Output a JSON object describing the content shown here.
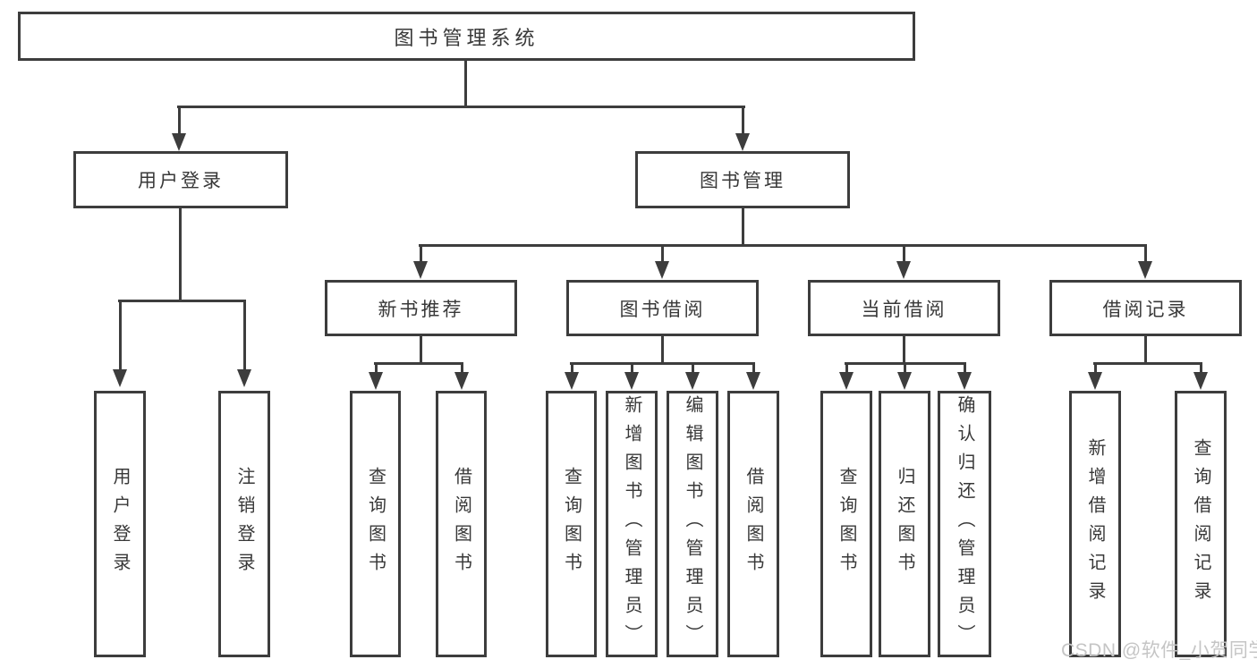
{
  "diagram": {
    "root": "图书管理系统",
    "level2": {
      "user_login": {
        "label": "用户登录",
        "children": [
          "用户登录",
          "注销登录"
        ]
      },
      "book_mgmt": {
        "label": "图书管理",
        "sections": [
          {
            "label": "新书推荐",
            "children": [
              "查询图书",
              "借阅图书"
            ]
          },
          {
            "label": "图书借阅",
            "children": [
              "查询图书",
              "新增图书（管理员）",
              "编辑图书（管理员）",
              "借阅图书"
            ]
          },
          {
            "label": "当前借阅",
            "children": [
              "查询图书",
              "归还图书",
              "确认归还（管理员）"
            ]
          },
          {
            "label": "借阅记录",
            "children": [
              "新增借阅记录",
              "查询借阅记录"
            ]
          }
        ]
      }
    }
  },
  "watermark": "CSDN @软件_小贺同学",
  "colors": {
    "background": "#ffffff",
    "line": "#3d3d3d",
    "text": "#383838",
    "watermark": "#c5c5c5"
  }
}
